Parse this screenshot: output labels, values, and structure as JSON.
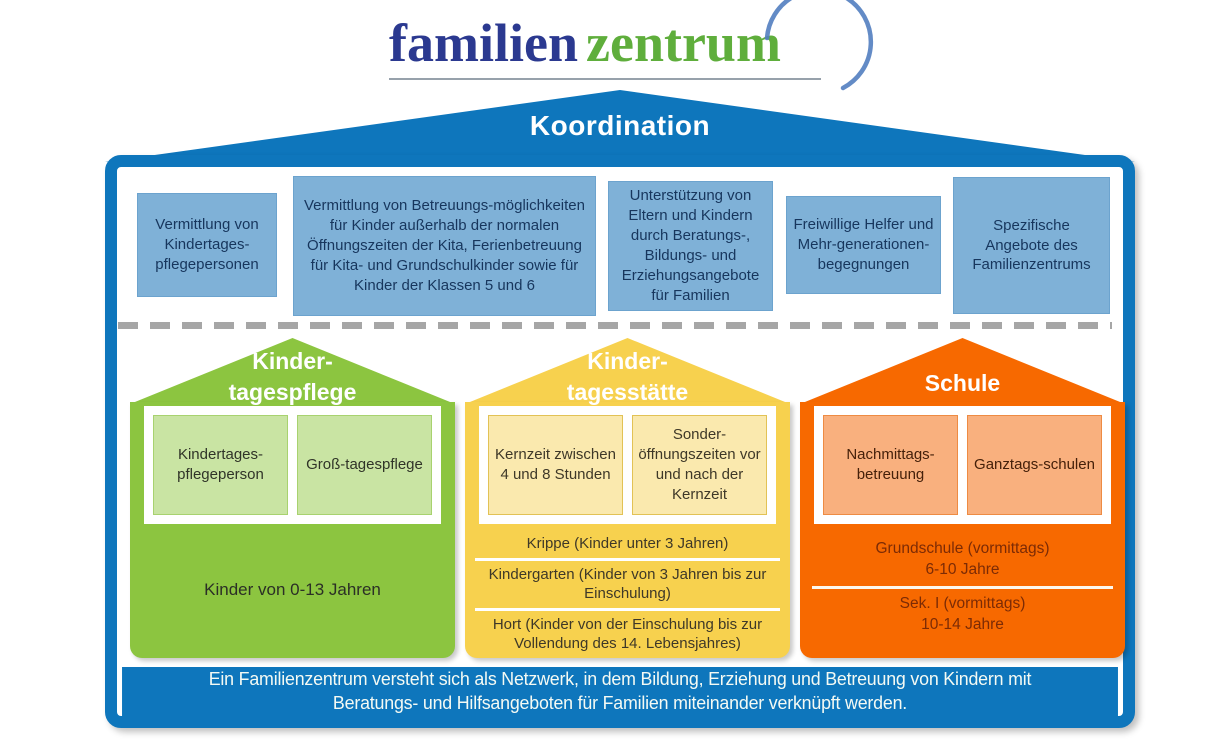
{
  "logo": {
    "word1": "familien",
    "word2": "zentrum"
  },
  "roof_title": "Koordination",
  "services": [
    "Vermittlung von Kindertages-pflegepersonen",
    "Vermittlung von Betreuungs-möglichkeiten für Kinder außerhalb der normalen Öffnungszeiten der Kita, Ferienbetreuung für Kita- und Grundschulkinder sowie für Kinder der Klassen 5 und 6",
    "Unterstützung von Eltern und Kindern durch Beratungs-, Bildungs- und Erziehungsangebote für Familien",
    "Freiwillige Helfer und Mehr-generationen-begegnungen",
    "Spezifische Angebote des Familienzentrums"
  ],
  "houses": {
    "green": {
      "title1": "Kinder-",
      "title2": "tagespflege",
      "cells": [
        "Kindertages-pflegeperson",
        "Groß-tagespflege"
      ],
      "label": "Kinder von 0-13 Jahren"
    },
    "yellow": {
      "title1": "Kinder-",
      "title2": "tagesstätte",
      "cells": [
        "Kernzeit zwischen 4 und 8 Stunden",
        "Sonder-öffnungszeiten vor und nach der Kernzeit"
      ],
      "rows": [
        "Krippe (Kinder unter 3 Jahren)",
        "Kindergarten (Kinder von 3 Jahren bis zur Einschulung)",
        "Hort (Kinder von der Einschulung bis zur Vollendung des 14. Lebensjahres)"
      ]
    },
    "orange": {
      "title1": "Schule",
      "cells": [
        "Nachmittags-betreuung",
        "Ganztags-schulen"
      ],
      "rows": [
        {
          "line1": "Grundschule (vormittags)",
          "line2": "6-10 Jahre"
        },
        {
          "line1": "Sek. I (vormittags)",
          "line2": "10-14 Jahre"
        }
      ]
    }
  },
  "footer": {
    "line1": "Ein Familienzentrum versteht sich als Netzwerk, in dem Bildung, Erziehung und Betreuung von Kindern mit",
    "line2": "Beratungs- und Hilfsangeboten für Familien miteinander verknüpft werden."
  },
  "colors": {
    "house_blue": "#0E76BC",
    "service_fill": "#7FB1D7",
    "service_text": "#17365D",
    "green": "#8CC540",
    "green_light": "#C9E4A3",
    "yellow": "#F7D14E",
    "yellow_light": "#FAE9AE",
    "orange": "#F76900",
    "orange_light": "#F9B07E",
    "dash_gray": "#A6A6A6",
    "logo_blue": "#2B3990",
    "logo_green": "#5FAE3C"
  }
}
